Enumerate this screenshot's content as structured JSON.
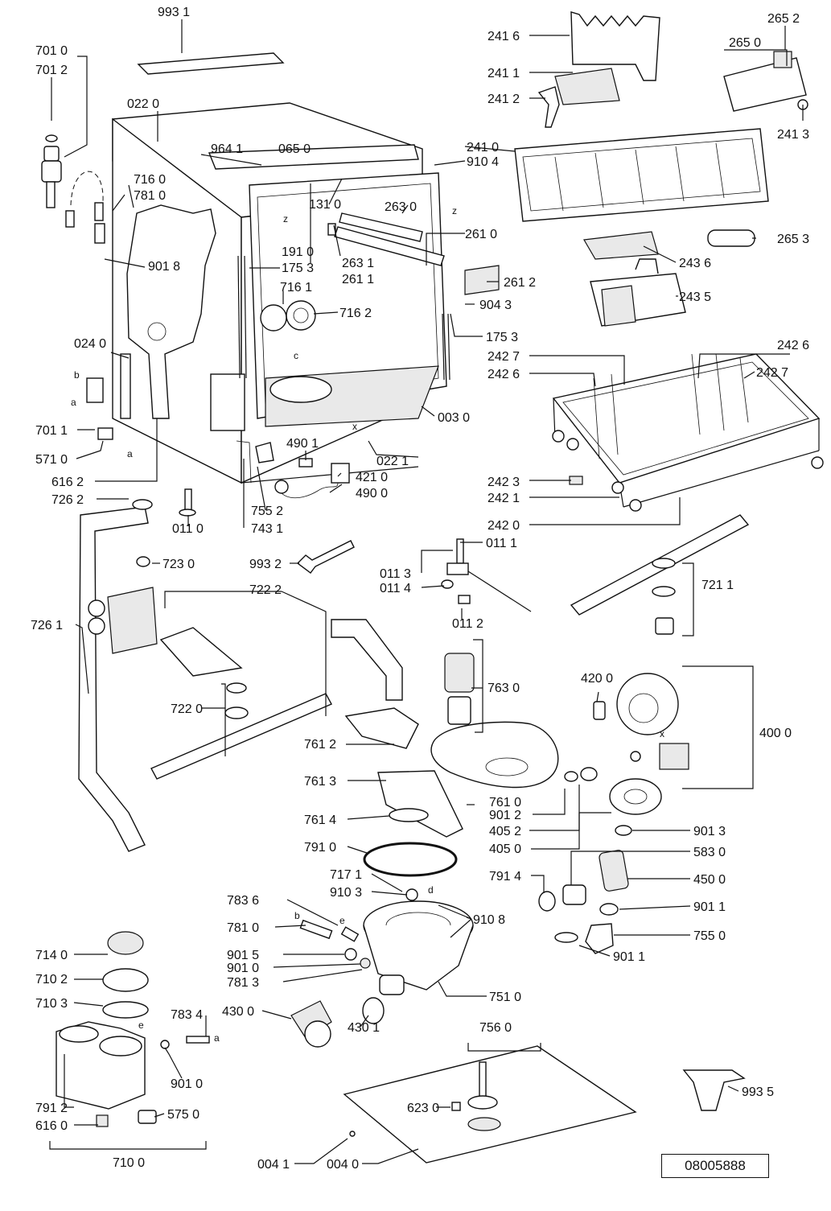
{
  "drawing_number": "08005888",
  "labels": [
    "993 1",
    "701 0",
    "701 2",
    "022 0",
    "964 1",
    "065 0",
    "241 6",
    "265 2",
    "265 0",
    "241 1",
    "241 2",
    "241 3",
    "716 0",
    "781 0",
    "131 0",
    "263 0",
    "241 0",
    "910 4",
    "261 0",
    "901 8",
    "191 0",
    "175 3",
    "263 1",
    "261 1",
    "261 2",
    "265 3",
    "243 6",
    "716 1",
    "716 2",
    "904 3",
    "243 5",
    "175 3",
    "024 0",
    "242 7",
    "242 6",
    "242 6",
    "242 7",
    "701 1",
    "003 0",
    "571 0",
    "022 1",
    "490 1",
    "421 0",
    "490 0",
    "616 2",
    "242 3",
    "242 1",
    "242 0",
    "726 2",
    "755 2",
    "743 1",
    "011 0",
    "011 1",
    "993 2",
    "723 0",
    "011 3",
    "011 4",
    "011 2",
    "721 1",
    "722 2",
    "726 1",
    "763 0",
    "420 0",
    "722 0",
    "400 0",
    "761 2",
    "761 3",
    "761 0",
    "901 2",
    "405 2",
    "761 4",
    "405 0",
    "901 3",
    "791 0",
    "583 0",
    "717 1",
    "450 0",
    "910 3",
    "791 4",
    "783 6",
    "910 8",
    "901 1",
    "781 0",
    "755 0",
    "901 5",
    "901 1",
    "901 0",
    "714 0",
    "781 3",
    "751 0",
    "710 2",
    "710 3",
    "783 4",
    "430 0",
    "430 1",
    "756 0",
    "901 0",
    "791 2",
    "993 5",
    "623 0",
    "575 0",
    "616 0",
    "710 0",
    "004 1",
    "004 0"
  ],
  "marker_letters": [
    "b",
    "a",
    "a",
    "c",
    "x",
    "z",
    "z",
    "x",
    "e",
    "b",
    "e",
    "d",
    "a"
  ]
}
